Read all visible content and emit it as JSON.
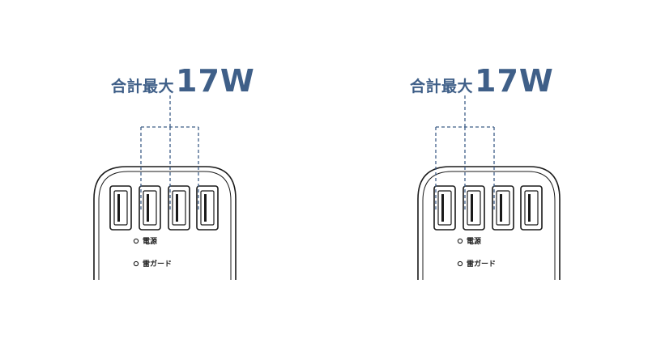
{
  "units": [
    {
      "caption_prefix": "合計最大",
      "caption_value": "17W",
      "highlighted_ports": [
        1,
        2,
        3
      ],
      "indicators": [
        "電源",
        "雷ガード"
      ],
      "colors": {
        "accent": "#3f5f88",
        "outline": "#1a1a1a"
      }
    },
    {
      "caption_prefix": "合計最大",
      "caption_value": "17W",
      "highlighted_ports": [
        0,
        1,
        2
      ],
      "indicators": [
        "電源",
        "雷ガード"
      ],
      "colors": {
        "accent": "#3f5f88",
        "outline": "#1a1a1a"
      }
    }
  ]
}
